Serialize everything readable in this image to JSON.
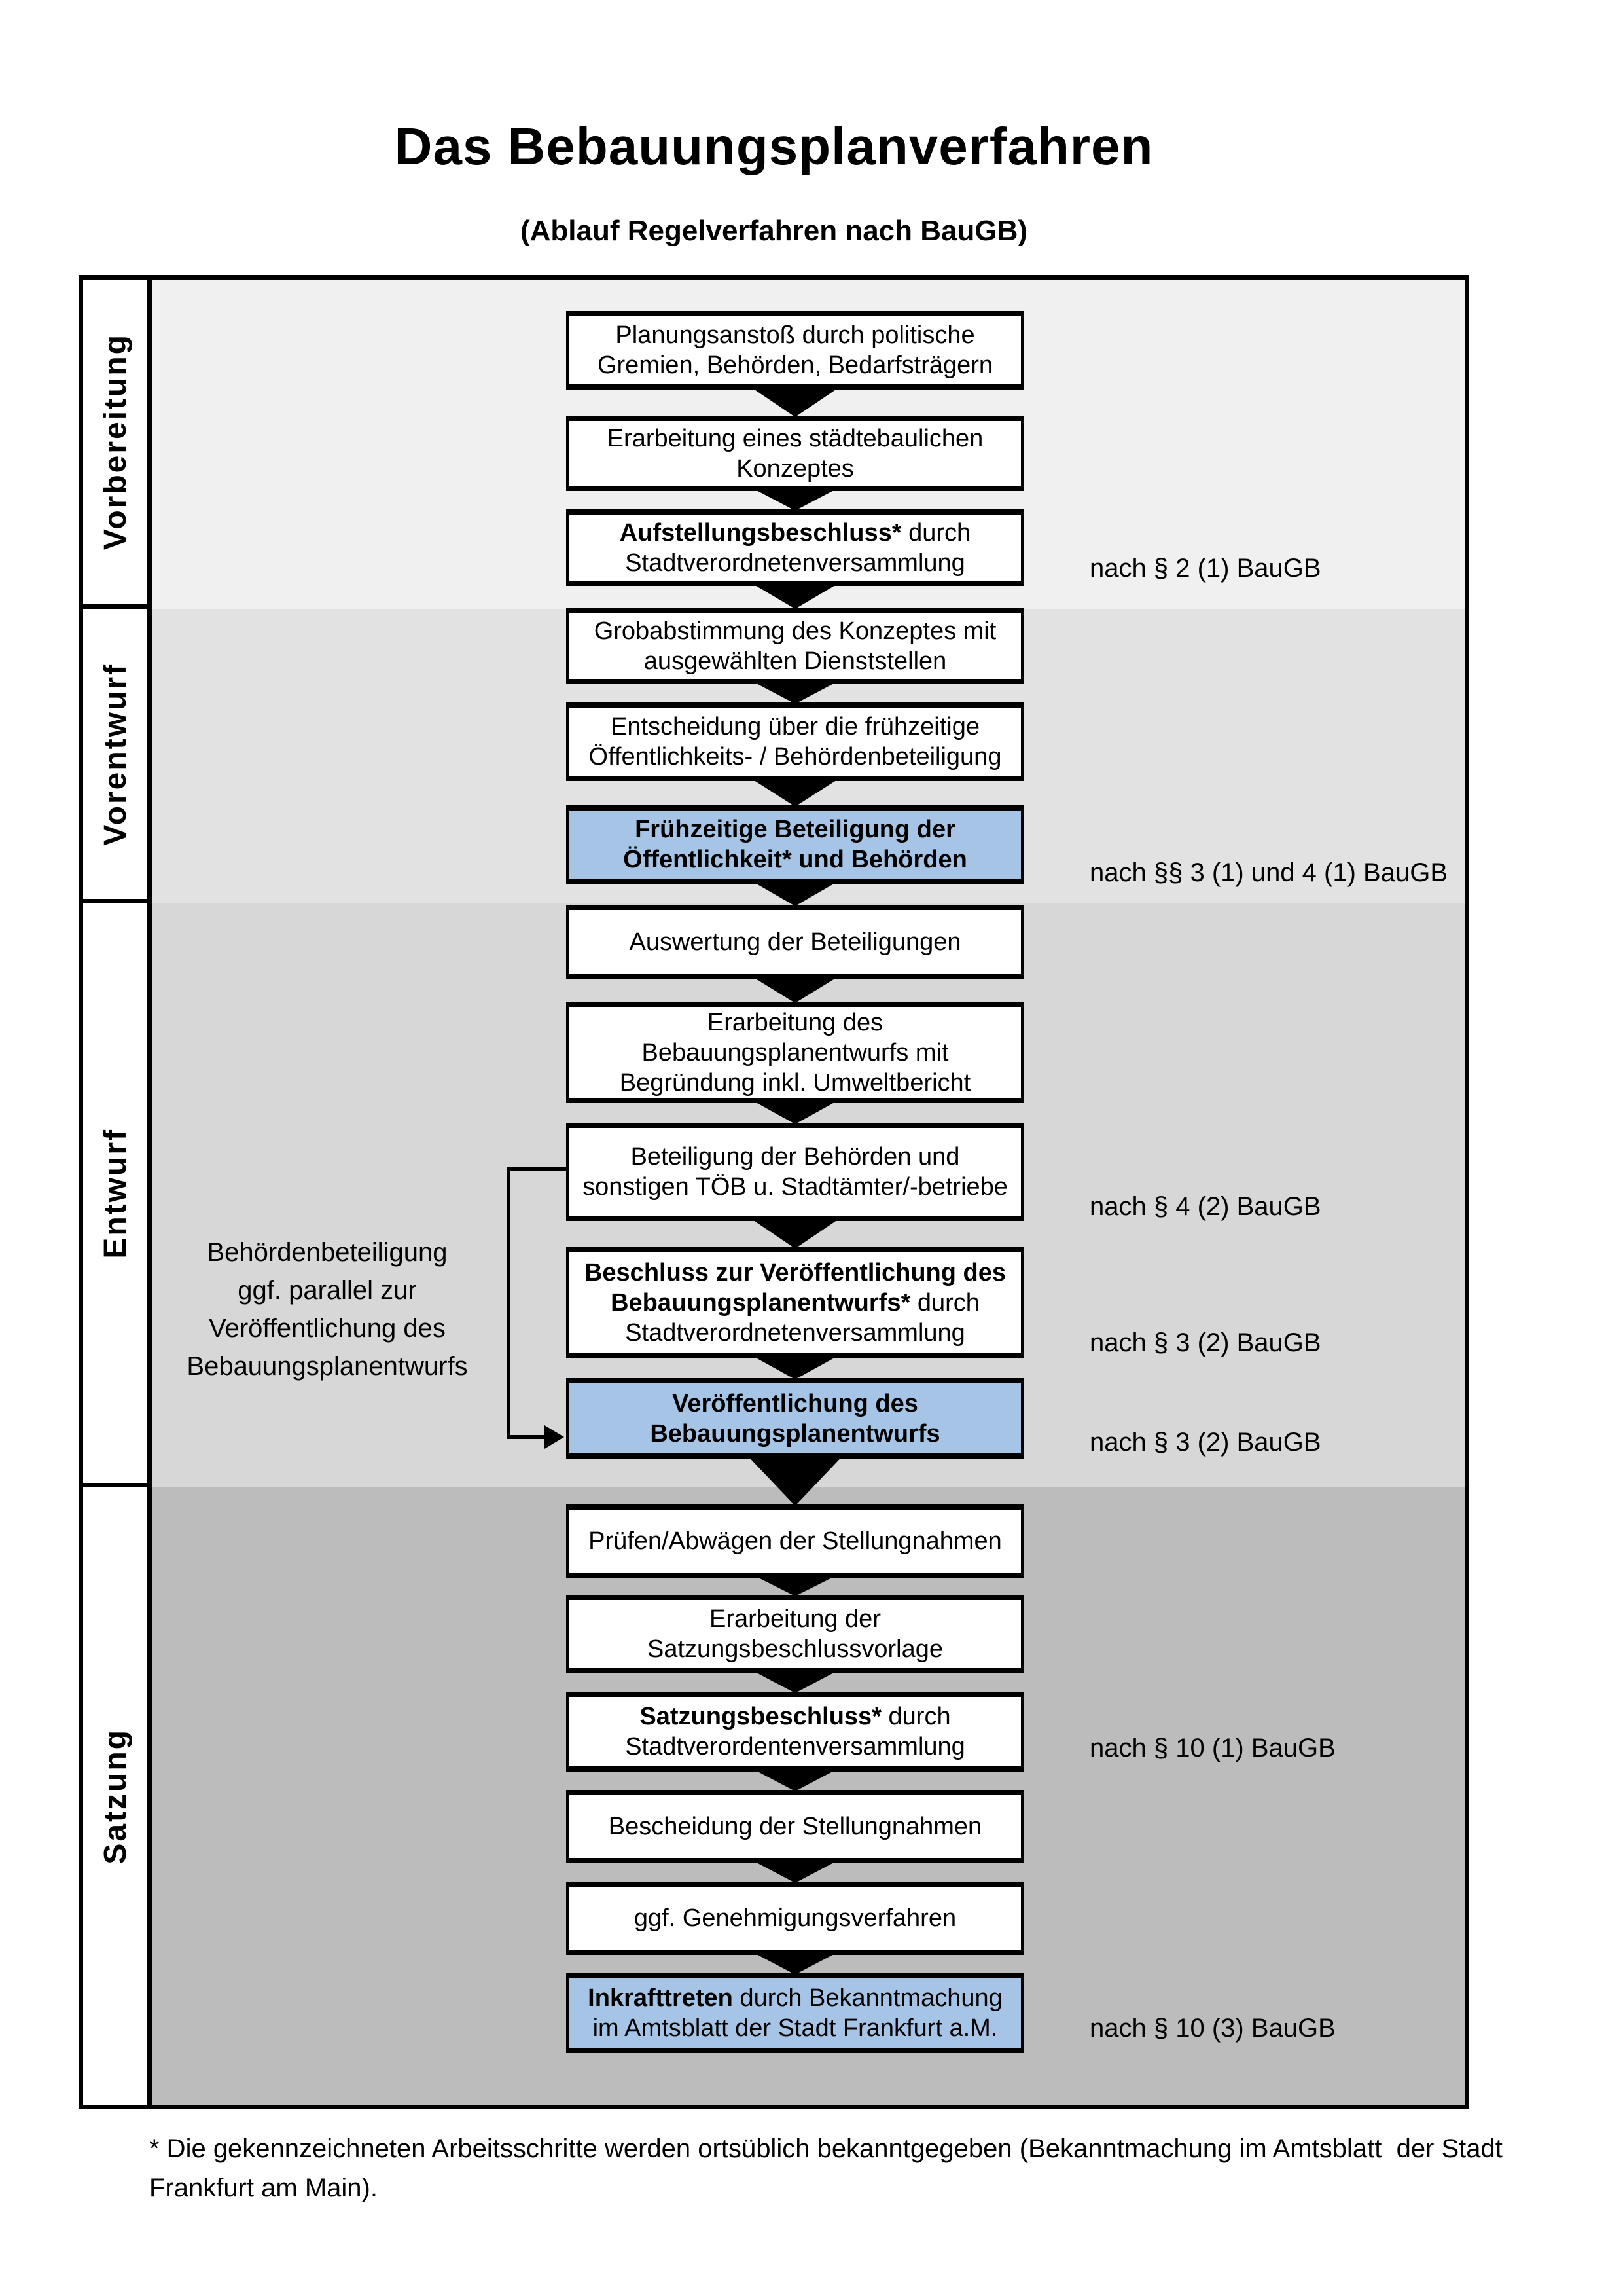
{
  "title": "Das Bebauungsplanverfahren",
  "subtitle": "(Ablauf Regelverfahren nach BauGB)",
  "colors": {
    "highlight_blue": "#a6c4e6",
    "band_vorbereitung": "#f0f0f0",
    "band_vorentwurf": "#e2e2e2",
    "band_entwurf": "#d7d7d7",
    "band_satzung": "#bcbcbc",
    "line_black": "#000000"
  },
  "phases": [
    {
      "label": "Vorbereitung"
    },
    {
      "label": "Vorentwurf"
    },
    {
      "label": "Entwurf"
    },
    {
      "label": "Satzung"
    }
  ],
  "boxes": [
    {
      "highlight": false,
      "lines": [
        [
          {
            "t": "Planungsanstoß durch politische"
          }
        ],
        [
          {
            "t": "Gremien, Behörden, Bedarfsträgern"
          }
        ]
      ]
    },
    {
      "highlight": false,
      "lines": [
        [
          {
            "t": "Erarbeitung eines städtebaulichen"
          }
        ],
        [
          {
            "t": "Konzeptes"
          }
        ]
      ]
    },
    {
      "highlight": false,
      "lines": [
        [
          {
            "t": "Aufstellungsbeschluss*",
            "b": true
          },
          {
            "t": " durch"
          }
        ],
        [
          {
            "t": "Stadtverordnetenversammlung"
          }
        ]
      ]
    },
    {
      "highlight": false,
      "lines": [
        [
          {
            "t": "Grobabstimmung des Konzeptes mit"
          }
        ],
        [
          {
            "t": "ausgewählten Dienststellen"
          }
        ]
      ]
    },
    {
      "highlight": false,
      "lines": [
        [
          {
            "t": "Entscheidung über die frühzeitige"
          }
        ],
        [
          {
            "t": "Öffentlichkeits- / Behördenbeteiligung"
          }
        ]
      ]
    },
    {
      "highlight": true,
      "lines": [
        [
          {
            "t": "Frühzeitige Beteiligung der",
            "b": true
          }
        ],
        [
          {
            "t": "Öffentlichkeit* und Behörden",
            "b": true
          }
        ]
      ]
    },
    {
      "highlight": false,
      "lines": [
        [
          {
            "t": "Auswertung der Beteiligungen"
          }
        ]
      ]
    },
    {
      "highlight": false,
      "lines": [
        [
          {
            "t": "Erarbeitung des"
          }
        ],
        [
          {
            "t": "Bebauungsplanentwurfs mit"
          }
        ],
        [
          {
            "t": "Begründung inkl. Umweltbericht"
          }
        ]
      ]
    },
    {
      "highlight": false,
      "lines": [
        [
          {
            "t": "Beteiligung der Behörden und"
          }
        ],
        [
          {
            "t": "sonstigen TÖB u. Stadtämter/-betriebe"
          }
        ]
      ]
    },
    {
      "highlight": false,
      "lines": [
        [
          {
            "t": "Beschluss zur Veröffentlichung des",
            "b": true
          }
        ],
        [
          {
            "t": "Bebauungsplanentwurfs*",
            "b": true
          },
          {
            "t": " durch"
          }
        ],
        [
          {
            "t": "Stadtverordnetenversammlung"
          }
        ]
      ]
    },
    {
      "highlight": true,
      "lines": [
        [
          {
            "t": "Veröffentlichung des",
            "b": true
          }
        ],
        [
          {
            "t": "Bebauungsplanentwurfs",
            "b": true
          }
        ]
      ]
    },
    {
      "highlight": false,
      "lines": [
        [
          {
            "t": "Prüfen/Abwägen der Stellungnahmen"
          }
        ]
      ]
    },
    {
      "highlight": false,
      "lines": [
        [
          {
            "t": "Erarbeitung der"
          }
        ],
        [
          {
            "t": "Satzungsbeschlussvorlage"
          }
        ]
      ]
    },
    {
      "highlight": false,
      "lines": [
        [
          {
            "t": "Satzungsbeschluss*",
            "b": true
          },
          {
            "t": " durch"
          }
        ],
        [
          {
            "t": "Stadtverordentenversammlung"
          }
        ]
      ]
    },
    {
      "highlight": false,
      "lines": [
        [
          {
            "t": "Bescheidung der Stellungnahmen"
          }
        ]
      ]
    },
    {
      "highlight": false,
      "lines": [
        [
          {
            "t": "ggf. Genehmigungsverfahren"
          }
        ]
      ]
    },
    {
      "highlight": true,
      "lines": [
        [
          {
            "t": "Inkrafttreten",
            "b": true
          },
          {
            "t": " durch Bekanntmachung"
          }
        ],
        [
          {
            "t": "im Amtsblatt der Stadt Frankfurt a.M."
          }
        ]
      ]
    }
  ],
  "annotations": [
    {
      "text": "nach § 2 (1) BauGB"
    },
    {
      "text": "nach §§ 3 (1) und 4 (1) BauGB"
    },
    {
      "text": "nach § 4 (2) BauGB"
    },
    {
      "text": "nach § 3 (2) BauGB"
    },
    {
      "text": "nach § 3 (2) BauGB"
    },
    {
      "text": "nach § 10 (1) BauGB"
    },
    {
      "text": "nach § 10 (3) BauGB"
    }
  ],
  "side_note": {
    "lines": [
      "Behördenbeteiligung",
      "ggf. parallel zur",
      "Veröffentlichung des",
      "Bebauungsplanentwurfs"
    ]
  },
  "footnote": {
    "line1": "* Die gekennzeichneten Arbeitsschritte werden ortsüblich bekanntgegeben (Bekanntmachung im Amtsblatt  der Stadt",
    "line2": "Frankfurt am Main)."
  }
}
